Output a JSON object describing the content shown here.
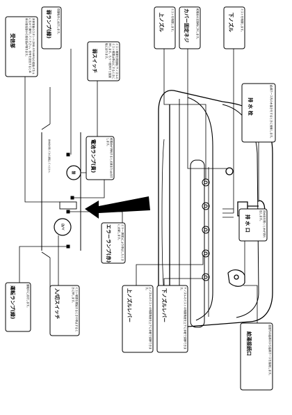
{
  "callouts": {
    "receiver": {
      "title": "受信部",
      "text": "本体背面のスタンド(ZBD-5700IRS)の前面パネルにむけて操作してください。信号を送信すると本体の受信部から受信音が鳴ります。"
    },
    "weak_lamp": {
      "title": "弱ランプ(緑)",
      "text": "弱運転中に点灯します。"
    },
    "weak_switch": {
      "title": "弱スイッチ",
      "text": "ミスト噴霧を弱運転(下ノズルのミスト噴霧は停止)にするときに押します。もう一度押すと強運転に戻ります。"
    },
    "upper_nozzle": {
      "title": "上ノズル",
      "text": "ミストを噴霧します。"
    },
    "cover_screw": {
      "title": "カバー固定ネジ",
      "text": "乾電池の交換時に外します。"
    },
    "lower_nozzle": {
      "title": "下ノズル",
      "text": "ミストを噴霧します。"
    },
    "battery_lamp": {
      "title": "電池ランプ(黄)",
      "text": "乾電池が消耗すると点滅または点灯します。"
    },
    "drain_plug": {
      "title": "排 水 栓",
      "text": "給湯ホース内の水抜きをするときに使用します。"
    },
    "error_lamp": {
      "title": "エラーランプ(赤)",
      "text": "エラー(異常)により停止したときに点滅します。"
    },
    "drain_port": {
      "title": "排 水 口",
      "text": "排水栓を開くと水が流れ出します。"
    },
    "run_lamp": {
      "title": "運転ランプ(緑)",
      "text": "運転中に点灯します。"
    },
    "on_off_switch": {
      "title": "入/切スイッチ",
      "text": "ミスト噴霧を開始するときや停止するときに押します。"
    },
    "upper_lever": {
      "title": "上ノズルレバー",
      "text": "上ノズルのミストの噴霧角度を上下に手動で調節できます。"
    },
    "lower_lever": {
      "title": "下ノズルレバー",
      "text": "下ノズルのミストの噴霧角度を上下に手動で調節できます。"
    },
    "hose_port": {
      "title": "給湯接続口",
      "text": "浴室内の給湯口から給湯ホースを接続します。"
    }
  },
  "panel": {
    "on_off_label": "入/切",
    "weak_label": "弱",
    "instructions": "排水栓を閉じてから運転してください。"
  }
}
